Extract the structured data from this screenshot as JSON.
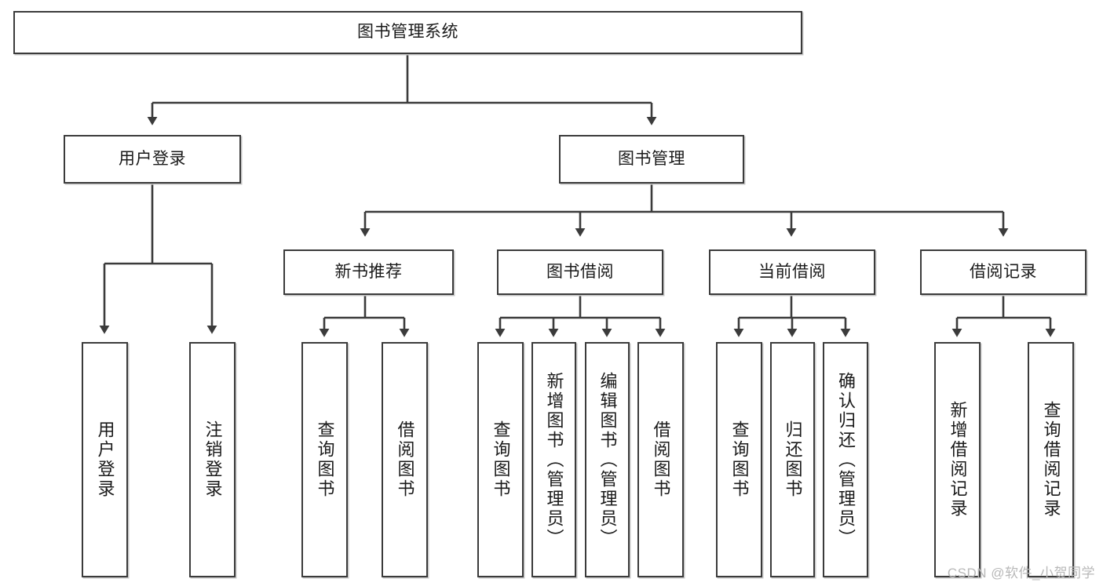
{
  "diagram": {
    "title": "图书管理系统",
    "type": "tree-hierarchy-chart",
    "stroke_color": "#3b3b3b",
    "text_color": "#1a1a1a",
    "background_color": "#ffffff",
    "root": {
      "label": "图书管理系统"
    },
    "level2": [
      {
        "label": "用户登录"
      },
      {
        "label": "图书管理"
      }
    ],
    "level3": [
      {
        "label": "新书推荐"
      },
      {
        "label": "图书借阅"
      },
      {
        "label": "当前借阅"
      },
      {
        "label": "借阅记录"
      }
    ],
    "leaves": {
      "user_login": [
        {
          "label": "用户登录"
        },
        {
          "label": "注销登录"
        }
      ],
      "new_book_recommend": [
        {
          "label": "查询图书"
        },
        {
          "label": "借阅图书"
        }
      ],
      "book_borrow": [
        {
          "label": "查询图书"
        },
        {
          "label": "新增图书（管理员）"
        },
        {
          "label": "编辑图书（管理员）"
        },
        {
          "label": "借阅图书"
        }
      ],
      "current_borrow": [
        {
          "label": "查询图书"
        },
        {
          "label": "归还图书"
        },
        {
          "label": "确认归还（管理员）"
        }
      ],
      "borrow_record": [
        {
          "label": "新增借阅记录"
        },
        {
          "label": "查询借阅记录"
        }
      ]
    }
  },
  "watermark": {
    "text": "CSDN @软件_小贺同学"
  }
}
